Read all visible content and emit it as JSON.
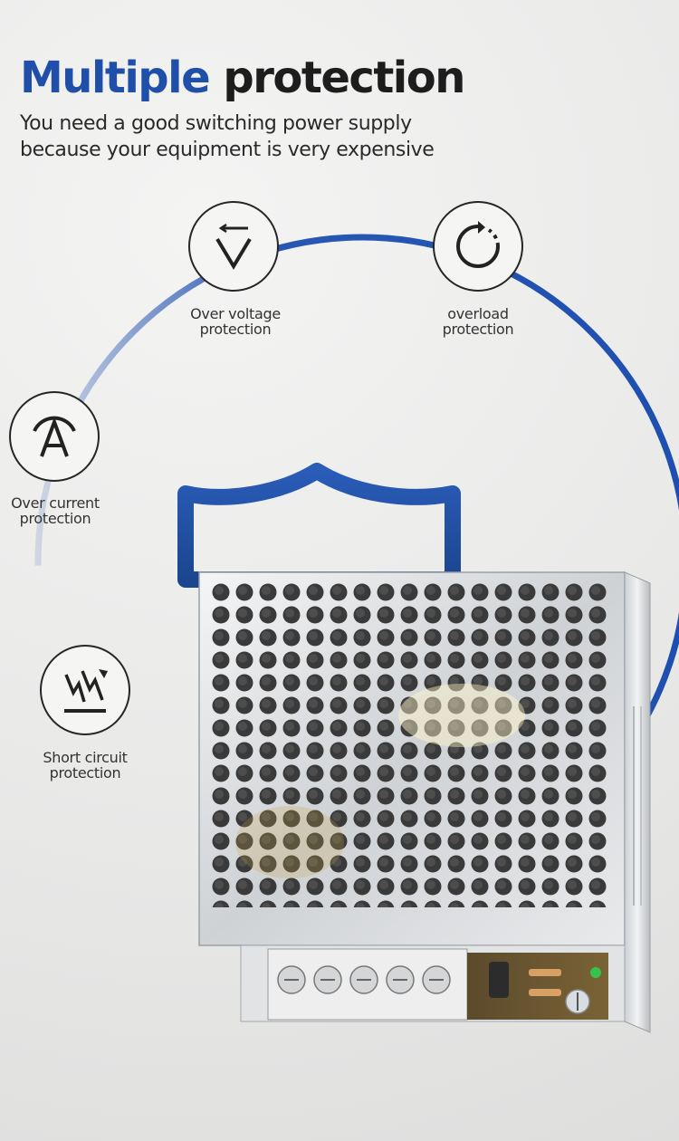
{
  "header": {
    "title_part1": "Multiple",
    "title_part2": "protection",
    "subtitle_line1": "You need a good switching power supply",
    "subtitle_line2": "because your equipment is very expensive"
  },
  "features": [
    {
      "icon": "over-voltage-icon",
      "line1": "Over voltage",
      "line2": "protection"
    },
    {
      "icon": "overload-icon",
      "line1": "overload",
      "line2": "protection"
    },
    {
      "icon": "over-current-icon",
      "line1": "Over current",
      "line2": "protection"
    },
    {
      "icon": "short-circuit-icon",
      "line1": "Short circuit",
      "line2": "protection"
    }
  ],
  "colors": {
    "accent_blue": "#1f4fa8",
    "heading_dark": "#1d1d1d",
    "arc_blue": "#1e4fb0",
    "shield_blue": "#1d4fa8"
  }
}
